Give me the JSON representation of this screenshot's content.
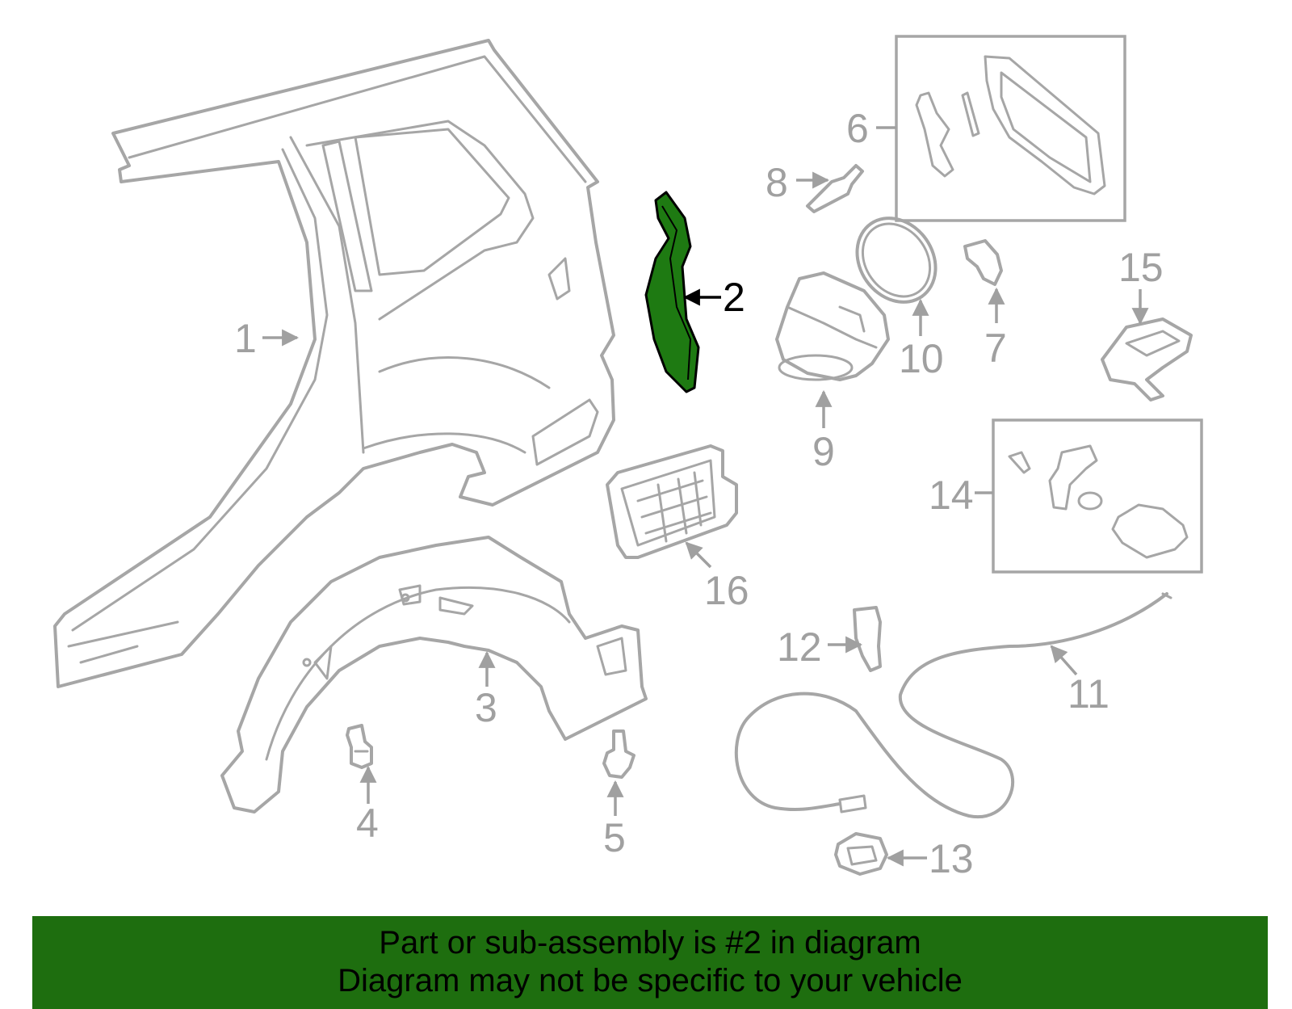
{
  "highlight_color": "#1e7a12",
  "banner_color": "#1e6e0f",
  "highlighted_part": "2",
  "callouts": [
    {
      "id": "1",
      "label": "1"
    },
    {
      "id": "2",
      "label": "2"
    },
    {
      "id": "3",
      "label": "3"
    },
    {
      "id": "4",
      "label": "4"
    },
    {
      "id": "5",
      "label": "5"
    },
    {
      "id": "6",
      "label": "6"
    },
    {
      "id": "7",
      "label": "7"
    },
    {
      "id": "8",
      "label": "8"
    },
    {
      "id": "9",
      "label": "9"
    },
    {
      "id": "10",
      "label": "10"
    },
    {
      "id": "11",
      "label": "11"
    },
    {
      "id": "12",
      "label": "12"
    },
    {
      "id": "13",
      "label": "13"
    },
    {
      "id": "14",
      "label": "14"
    },
    {
      "id": "15",
      "label": "15"
    },
    {
      "id": "16",
      "label": "16"
    }
  ],
  "banner": {
    "line1": "Part or sub-assembly is #2 in diagram",
    "line2": "Diagram may not be specific to your vehicle"
  }
}
